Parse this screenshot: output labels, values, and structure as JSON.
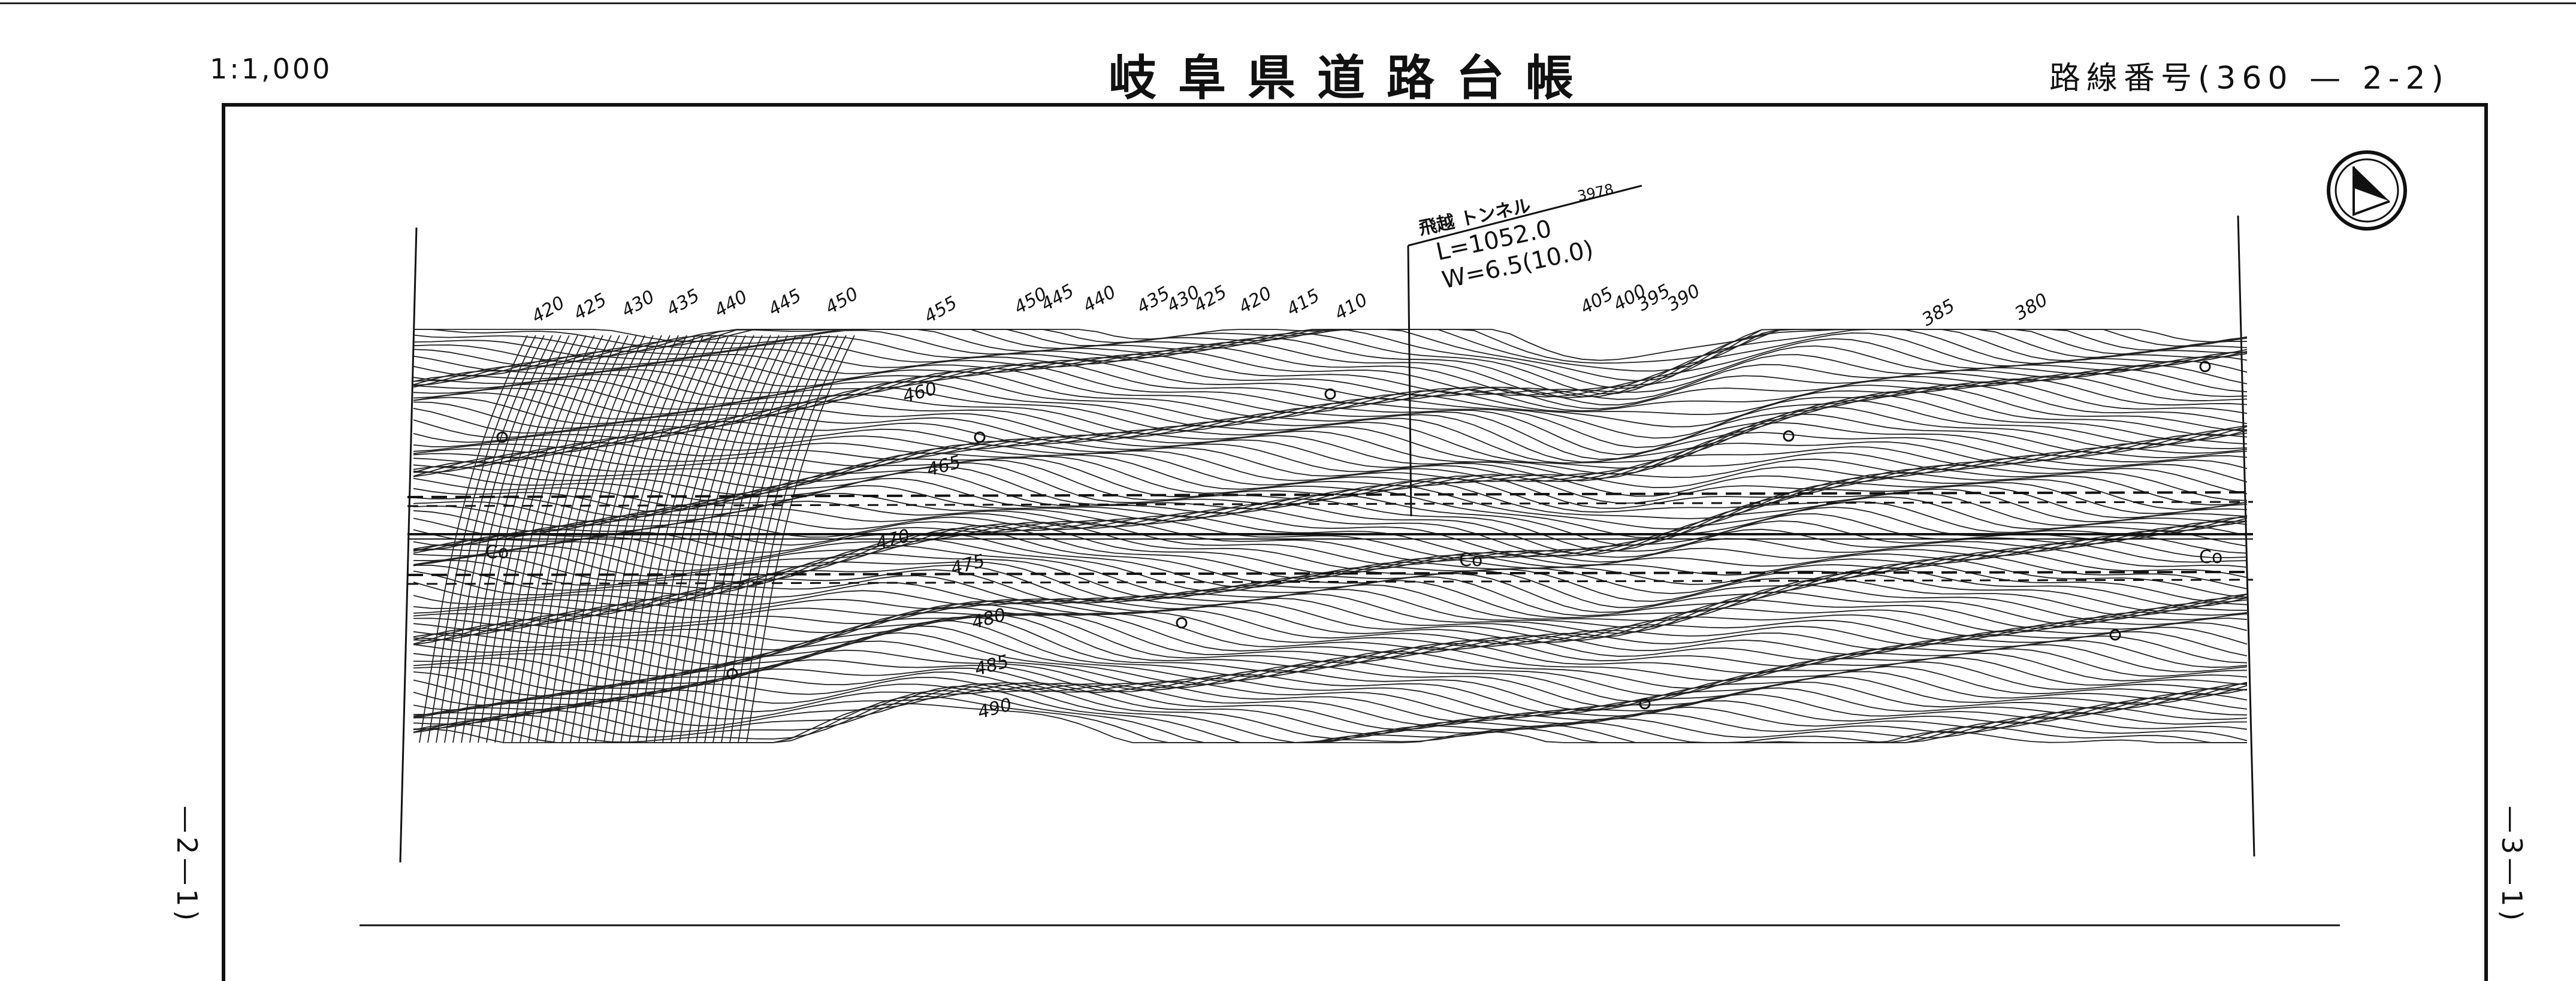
{
  "header": {
    "scale": "1:1,000",
    "title": "岐阜県道路台帳",
    "route_number": "路線番号(360 — 2-2)"
  },
  "page_marks": {
    "left": "—2—1)",
    "right": "—3—1)"
  },
  "tunnel": {
    "name": "飛越 トンネル",
    "code": "3978",
    "length": "L=1052.0",
    "width": "W=6.5(10.0)"
  },
  "road_label": "Co",
  "north_arrow": "north-arrow-icon",
  "contour_labels_top": [
    "420",
    "425",
    "430",
    "435",
    "440",
    "445",
    "450",
    "455",
    "450",
    "445",
    "440",
    "435",
    "430",
    "425",
    "420",
    "415",
    "410",
    "405",
    "400",
    "395",
    "390",
    "385",
    "380"
  ],
  "contour_labels_slope": [
    "460",
    "465",
    "470",
    "475",
    "480",
    "485",
    "490"
  ],
  "colors": {
    "ink": "#111111",
    "paper": "#ffffff"
  }
}
